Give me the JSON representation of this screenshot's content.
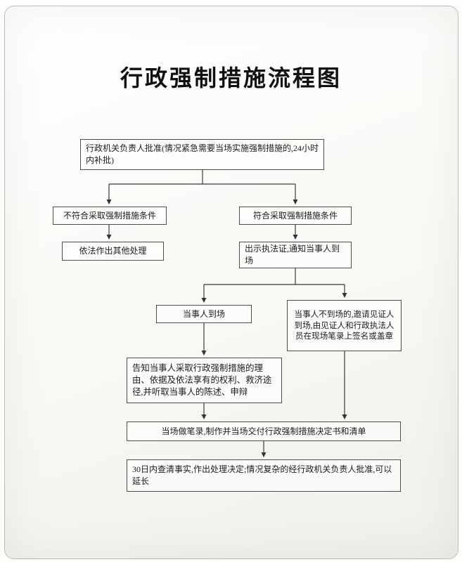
{
  "page": {
    "title": "行政强制措施流程图"
  },
  "flowchart": {
    "nodes": {
      "approval": "行政机关负责人批准(情况紧急需要当场实施强制措施的,24小时内补批)",
      "not_qualified": "不符合采取强制措施条件",
      "qualified": "符合采取强制措施条件",
      "other_handling": "依法作出其他处理",
      "show_certificate": "出示执法证,通知当事人到场",
      "party_present": "当事人到场",
      "party_absent": "当事人不到场的,邀请见证人到场,由见证人和行政执法人员在现场笔录上签名或盖章",
      "inform_rights": "告知当事人采取行政强制措施的理由、依据及依法享有的权利、救济途径,并听取当事人的陈述、申辩",
      "record_delivery": "当场做笔录,制作并当场交付行政强制措施决定书和清单",
      "final_decision": "30日内查清事实,作出处理决定;情况复杂的经行政机关负责人批准,可以延长"
    }
  }
}
